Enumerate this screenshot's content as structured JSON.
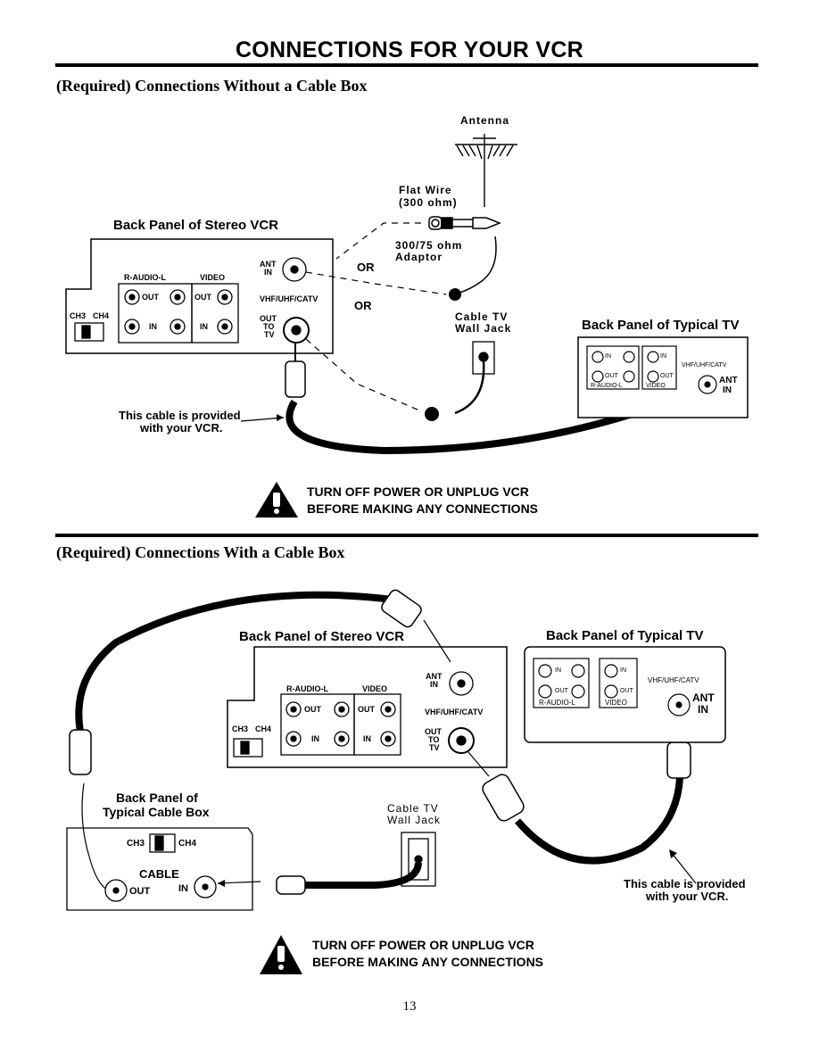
{
  "page": {
    "title": "CONNECTIONS FOR YOUR VCR",
    "page_number": "13"
  },
  "section1": {
    "heading": "(Required) Connections Without a Cable Box",
    "antenna": "Antenna",
    "flat_wire_1": "Flat Wire",
    "flat_wire_2": "(300 ohm)",
    "vcr_title": "Back Panel of Stereo VCR",
    "adaptor_1": "300/75 ohm",
    "adaptor_2": "Adaptor",
    "or_1": "OR",
    "or_2": "OR",
    "wall_jack_1": "Cable TV",
    "wall_jack_2": "Wall Jack",
    "tv_title": "Back Panel of Typical TV",
    "cable_note_1": "This cable is provided",
    "cable_note_2": "with your VCR.",
    "warning_1": "TURN OFF POWER OR UNPLUG VCR",
    "warning_2": "BEFORE MAKING ANY CONNECTIONS"
  },
  "section2": {
    "heading": "(Required) Connections With a Cable Box",
    "vcr_title": "Back Panel of Stereo VCR",
    "tv_title": "Back Panel of Typical TV",
    "box_title_1": "Back Panel of",
    "box_title_2": "Typical Cable Box",
    "box_ch3": "CH3",
    "box_ch4": "CH4",
    "box_cable": "CABLE",
    "box_out": "OUT",
    "box_in": "IN",
    "wall_jack_1": "Cable TV",
    "wall_jack_2": "Wall Jack",
    "cable_note_1": "This cable is provided",
    "cable_note_2": "with your VCR.",
    "warning_1": "TURN OFF POWER OR UNPLUG VCR",
    "warning_2": "BEFORE MAKING ANY CONNECTIONS"
  },
  "vcr_panel": {
    "audio": "R-AUDIO-L",
    "video": "VIDEO",
    "out": "OUT",
    "in": "IN",
    "ch3": "CH3",
    "ch4": "CH4",
    "ant": "ANT",
    "ant_in": "IN",
    "vhf": "VHF/UHF/CATV",
    "out_to": "OUT",
    "to": "TO",
    "tv": "TV"
  },
  "tv_panel": {
    "in": "IN",
    "out": "OUT",
    "audio": "R-AUDIO-L",
    "video": "VIDEO",
    "vhf": "VHF/UHF/CATV",
    "ant": "ANT",
    "ant_in": "IN"
  }
}
